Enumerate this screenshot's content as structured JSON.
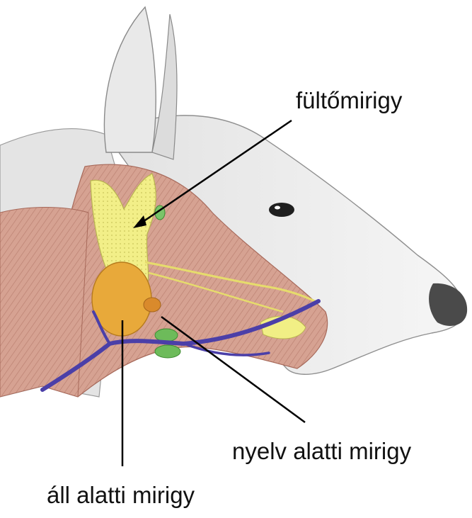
{
  "labels": {
    "parotid_gland": "fültőmirigy",
    "sublingual_gland": "nyelv alatti mirigy",
    "mandibular_gland": "áll alatti mirigy"
  },
  "colors": {
    "background": "#ffffff",
    "skin": "#ececec",
    "skin_shadow": "#bdbdbd",
    "muscle": "#d39b8a",
    "muscle_dark": "#b87a6a",
    "parotid_gland": "#f1ef85",
    "mandibular_gland": "#e8a93a",
    "sublingual_gland": "#d98a2c",
    "lymph_nodes": "#6dbb5a",
    "veins": "#4b3fa8",
    "nerves": "#e9e07a",
    "nose": "#444444",
    "pointer_lines": "#000000"
  }
}
